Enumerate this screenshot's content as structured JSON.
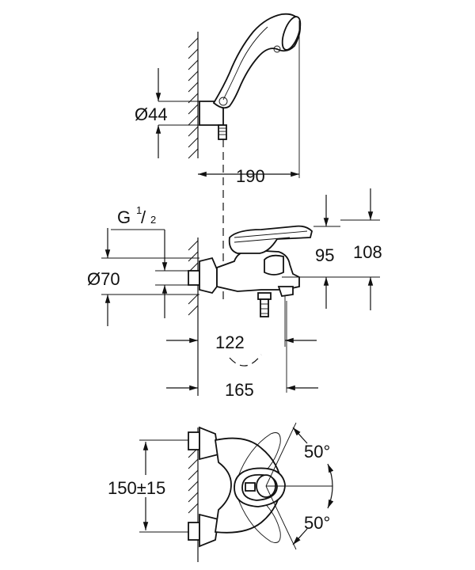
{
  "dimensions": {
    "holder_diameter": "Ø44",
    "shower_reach": "190",
    "thread_g": "G",
    "thread_num": "1",
    "thread_den": "2",
    "lever_height": "95",
    "total_height": "108",
    "wall_diameter": "Ø70",
    "spout_reach": "122",
    "total_reach": "165",
    "centers": "150±15",
    "angle_top": "50°",
    "angle_bottom": "50°"
  }
}
